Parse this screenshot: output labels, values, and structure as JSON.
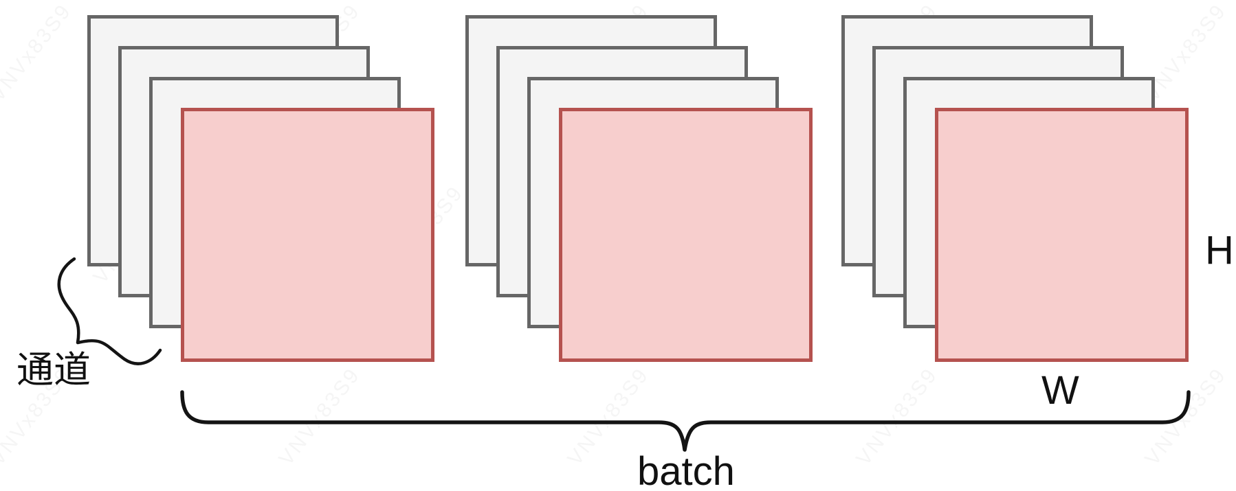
{
  "diagram": {
    "channel_label": "通道",
    "batch_label": "batch",
    "height_label": "H",
    "width_label": "W",
    "watermark_text": "VNVx83S9",
    "num_stacks": 3,
    "channel_layers_per_stack": 3,
    "feature_maps_per_stack": 1,
    "colors": {
      "channel_fill": "#f4f4f4",
      "channel_border": "#666666",
      "feature_fill": "#f7cecd",
      "feature_border": "#b5524f",
      "brace_color": "#141414",
      "label_color": "#111111"
    }
  }
}
